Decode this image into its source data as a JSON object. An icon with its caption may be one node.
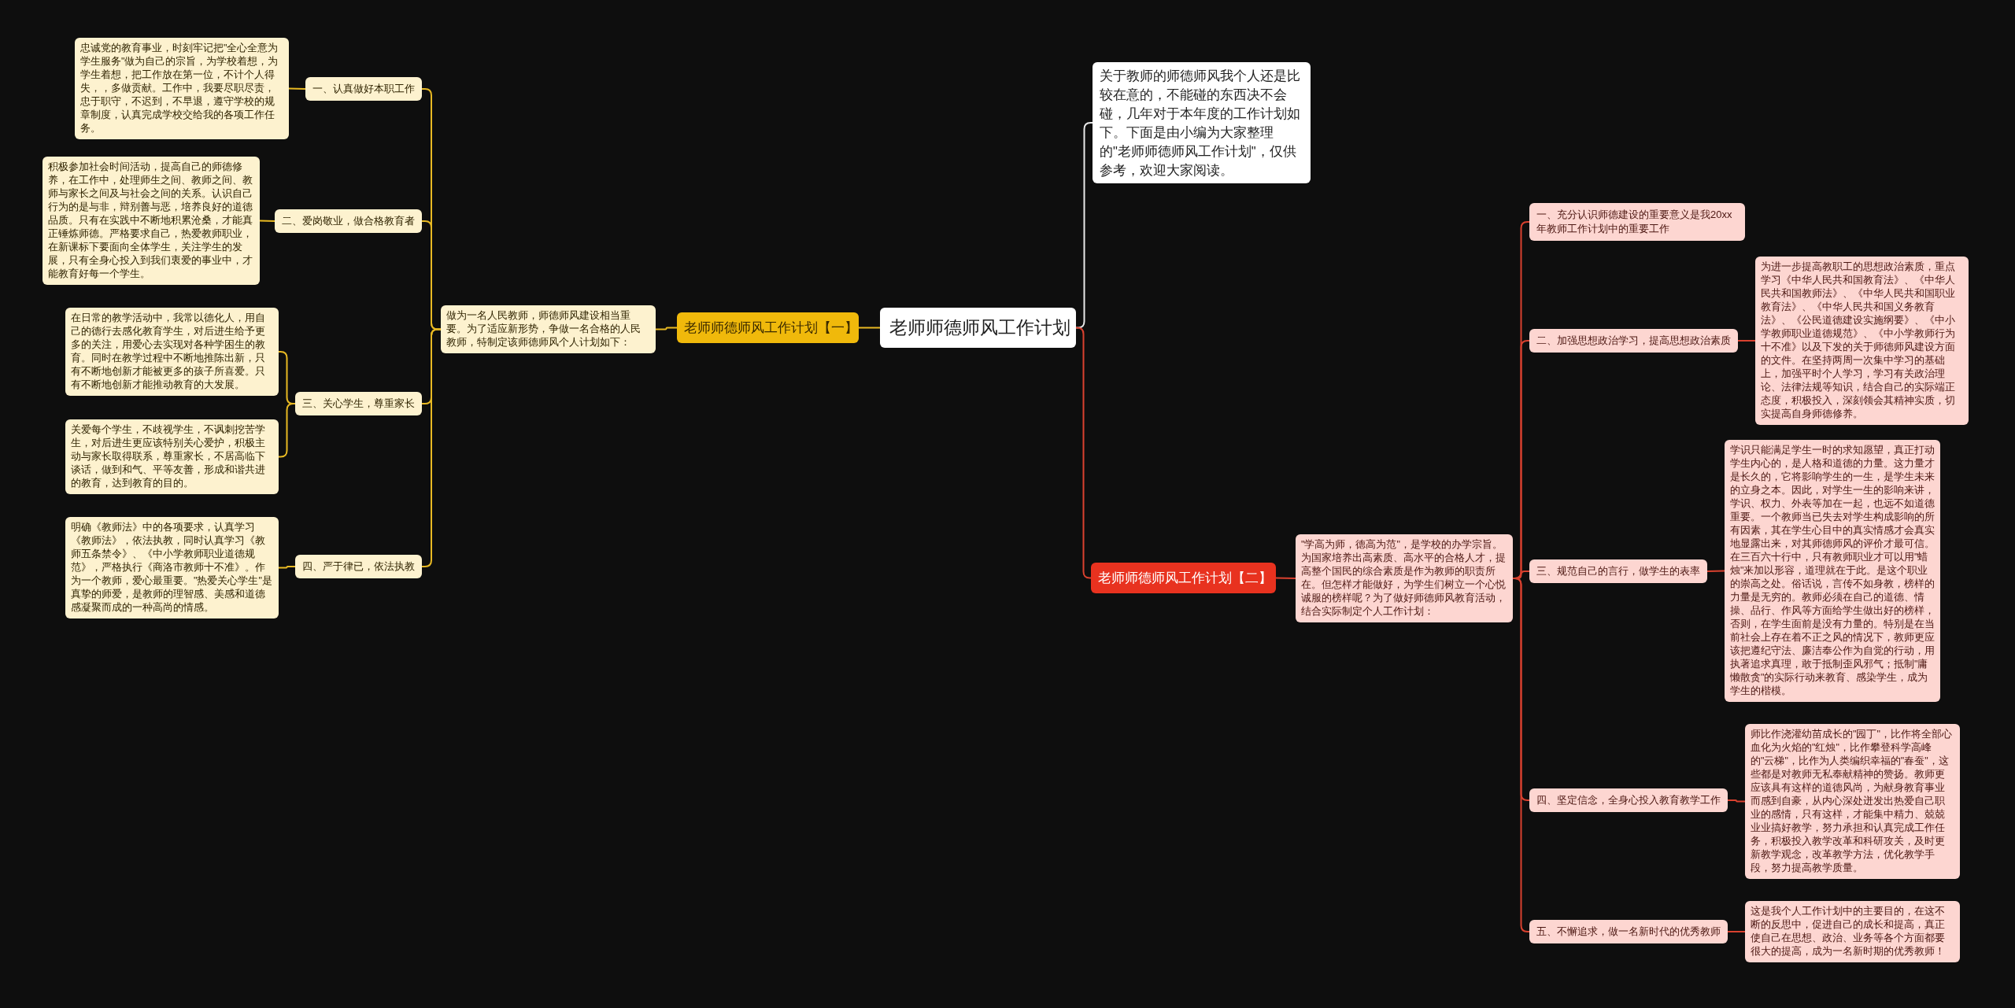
{
  "diagram": {
    "nodes": [
      {
        "text": [
          "老师师德师风工作计划"
        ]
      },
      {
        "text": [
          "关于教师的师德师风我个人还是比较在意的，不能碰的东西决不会碰，几年对于本年度的工作计划如下。下面是由小编为大家整理的\"老师师德师风工作计划\"，仅供参考，欢迎大家阅读。"
        ]
      },
      {
        "text": [
          "老师师德师风工作计划【一】"
        ]
      },
      {
        "text": [
          "做为一名人民教师，师德师风建设相当重要。为了适应新形势，争做一名合格的人民教师，特制定该师德师风个人计划如下："
        ]
      },
      {
        "text": [
          "一、认真做好本职工作"
        ]
      },
      {
        "text": [
          "忠诚党的教育事业，时刻牢记把\"全心全意为学生服务\"做为自己的宗旨，为学校着想，为学生着想，把工作放在第一位，不计个人得失，，多做贡献。工作中，我要尽职尽责，忠于职守，不迟到，不早退，遵守学校的规章制度，认真完成学校交给我的各项工作任务。"
        ]
      },
      {
        "text": [
          "二、爱岗敬业，做合格教育者"
        ]
      },
      {
        "text": [
          "积极参加社会时间活动，提高自己的师德修养，在工作中，处理师生之间、教师之间、教师与家长之间及与社会之间的关系。认识自己行为的是与非，辩别善与恶，培养良好的道德品质。只有在实践中不断地积累沧桑，才能真正锤炼师德。严格要求自己，热爱教师职业，在新课标下要面向全体学生，关注学生的发展，只有全身心投入到我们衷爱的事业中，才能教育好每一个学生。"
        ]
      },
      {
        "text": [
          "三、关心学生，尊重家长"
        ]
      },
      {
        "text": [
          "在日常的教学活动中，我常以德化人，用自己的德行去感化教育学生，对后进生给予更多的关注，用爱心去实现对各种学困生的教育。同时在教学过程中不断地推陈出新，只有不断地创新才能被更多的孩子所喜爱。只有不断地创新才能推动教育的大发展。"
        ]
      },
      {
        "text": [
          "关爱每个学生，不歧视学生，不讽刺挖苦学生，对后进生更应该特别关心爱护，积极主动与家长取得联系，尊重家长，不居高临下谈话，做到和气、平等友善，形成和谐共进的教育，达到教育的目的。"
        ]
      },
      {
        "text": [
          "四、严于律已，依法执教"
        ]
      },
      {
        "text": [
          "明确《教师法》中的各项要求，认真学习《教师法》，依法执教，同时认真学习《教师五条禁令》、《中小学教师职业道德规范》，严格执行《商洛市教师十不准》。作为一个教师，爱心最重要。\"热爱关心学生\"是真挚的师爱，是教师的理智感、美感和道德感凝聚而成的一种高尚的情感。"
        ]
      },
      {
        "text": [
          "老师师德师风工作计划【二】"
        ]
      },
      {
        "text": [
          "\"学高为师，德高为范\"，是学校的办学宗旨。为国家培养出高素质、高水平的合格人才，提高整个国民的综合素质是作为教师的职责所在。但怎样才能做好，为学生们树立一个心悦诚服的榜样呢？为了做好师德师风教育活动，结合实际制定个人工作计划："
        ]
      },
      {
        "text": [
          "一、充分认识师德建设的重要意义是我20xx年教师工作计划中的重要工作"
        ]
      },
      {
        "text": [
          "二、加强思想政治学习，提高思想政治素质"
        ]
      },
      {
        "text": [
          "为进一步提高教职工的思想政治素质，重点学习《中华人民共和国教育法》、《中华人民共和国教师法》、《中华人民共和国职业教育法》、《中华人民共和国义务教育法》、《公民道德建设实施纲要》、《中小学教师职业道德规范》、《中小学教师行为十不准》以及下发的关于师德师风建设方面的文件。在坚持两周一次集中学习的基础上，加强平时个人学习，学习有关政治理论、法律法规等知识，结合自己的实际端正态度，积极投入，深刻领会其精神实质，切实提高自身师德修养。"
        ]
      },
      {
        "text": [
          "三、规范自己的言行，做学生的表率"
        ]
      },
      {
        "text": [
          "学识只能满足学生一时的求知愿望，真正打动学生内心的，是人格和道德的力量。这力量才是长久的，它将影响学生的一生，是学生未来的立身之本。因此，对学生一生的影响来讲，学识、权力、外表等加在一起，也远不如道德重要。一个教师当已失去对学生构成影响的所有因素，其在学生心目中的真实情感才会真实地显露出来，对其师德师风的评价才最可信。在三百六十行中，只有教师职业才可以用\"蜡烛\"来加以形容，道理就在于此。是这个职业的崇高之处。俗话说，言传不如身教，榜样的力量是无穷的。教师必须在自己的道德、情操、品行、作风等方面给学生做出好的榜样，否则，在学生面前是没有力量的。特别是在当前社会上存在着不正之风的情况下，教师更应该把遵纪守法、廉洁奉公作为自觉的行动，用执著追求真理，敢于抵制歪风邪气；抵制\"庸懒散贪\"的实际行动来教育、感染学生，成为学生的楷模。"
        ]
      },
      {
        "text": [
          "四、坚定信念，全身心投入教育教学工作"
        ]
      },
      {
        "text": [
          "师比作浇灌幼苗成长的\"园丁\"，比作将全部心血化为火焰的\"红烛\"，比作攀登科学高峰的\"云梯\"，比作为人类编织幸福的\"春蚕\"，这些都是对教师无私奉献精神的赞扬。教师更应该具有这样的道德风尚，为献身教育事业而感到自豪，从内心深处迸发出热爱自己职业的感情，只有这样，才能集中精力、兢兢业业搞好教学，努力承担和认真完成工作任务，积极投入教学改革和科研攻关，及时更新教学观念，改革教学方法，优化教学手段，努力提高教学质量。"
        ]
      },
      {
        "text": [
          "五、不懈追求，做一名新时代的优秀教师"
        ]
      },
      {
        "text": [
          "这是我个人工作计划中的主要目的，在这不断的反思中，促进自己的成长和提高，真正使自己在思想、政治、业务等各个方面都要很大的提高，成为一名新时期的优秀教师！"
        ]
      }
    ],
    "edges": [
      {
        "from": 0,
        "to": 1,
        "arrow": "none",
        "color": "#e8e8e8"
      },
      {
        "from": 0,
        "to": 2,
        "arrow": "none",
        "color": "#e8b923"
      },
      {
        "from": 2,
        "to": 3,
        "arrow": "none",
        "color": "#e8b923"
      },
      {
        "from": 3,
        "to": 4,
        "arrow": "none",
        "color": "#e8b923"
      },
      {
        "from": 3,
        "to": 6,
        "arrow": "none",
        "color": "#e8b923"
      },
      {
        "from": 3,
        "to": 8,
        "arrow": "none",
        "color": "#e8b923"
      },
      {
        "from": 3,
        "to": 11,
        "arrow": "none",
        "color": "#e8b923"
      },
      {
        "from": 4,
        "to": 5,
        "arrow": "none",
        "color": "#e8b923"
      },
      {
        "from": 6,
        "to": 7,
        "arrow": "none",
        "color": "#e8b923"
      },
      {
        "from": 8,
        "to": 9,
        "arrow": "none",
        "color": "#e8b923"
      },
      {
        "from": 8,
        "to": 10,
        "arrow": "none",
        "color": "#e8b923"
      },
      {
        "from": 11,
        "to": 12,
        "arrow": "none",
        "color": "#e8b923"
      },
      {
        "from": 0,
        "to": 13,
        "arrow": "none",
        "color": "#d9412f"
      },
      {
        "from": 13,
        "to": 14,
        "arrow": "none",
        "color": "#d9412f"
      },
      {
        "from": 14,
        "to": 15,
        "arrow": "none",
        "color": "#d9412f"
      },
      {
        "from": 14,
        "to": 16,
        "arrow": "none",
        "color": "#d9412f"
      },
      {
        "from": 14,
        "to": 18,
        "arrow": "none",
        "color": "#d9412f"
      },
      {
        "from": 14,
        "to": 20,
        "arrow": "none",
        "color": "#d9412f"
      },
      {
        "from": 14,
        "to": 22,
        "arrow": "none",
        "color": "#d9412f"
      },
      {
        "from": 16,
        "to": 17,
        "arrow": "none",
        "color": "#d9412f"
      },
      {
        "from": 18,
        "to": 19,
        "arrow": "none",
        "color": "#d9412f"
      },
      {
        "from": 20,
        "to": 21,
        "arrow": "none",
        "color": "#d9412f"
      },
      {
        "from": 22,
        "to": 23,
        "arrow": "none",
        "color": "#d9412f"
      }
    ]
  }
}
